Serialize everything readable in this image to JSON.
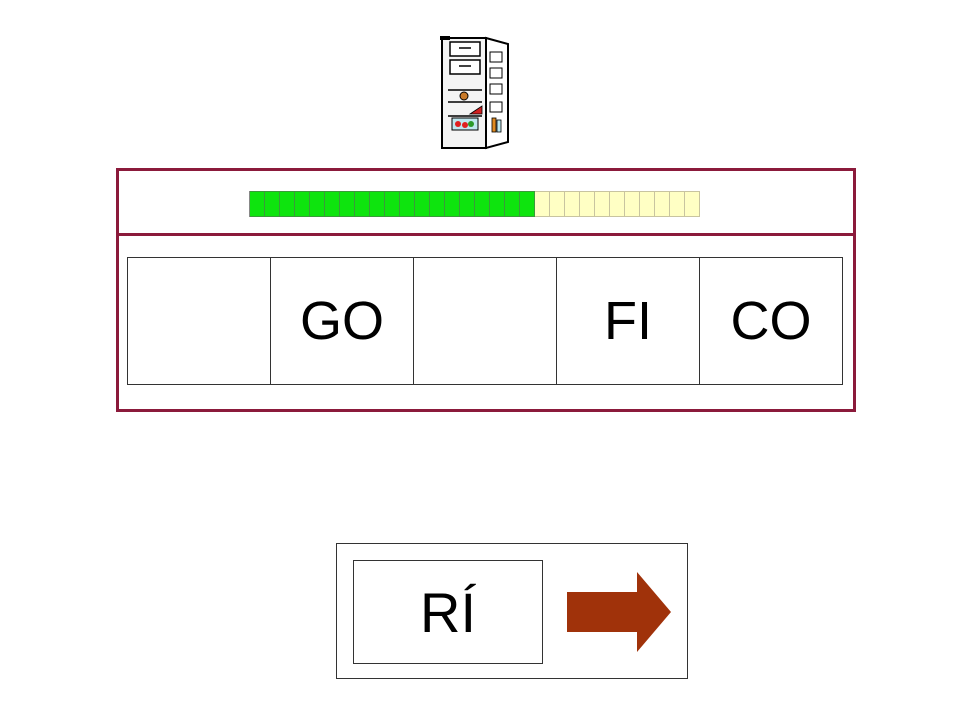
{
  "fridge": {
    "icon": "refrigerator-icon"
  },
  "progress": {
    "filled": 19,
    "total": 30
  },
  "slots": [
    {
      "label": ""
    },
    {
      "label": "GO"
    },
    {
      "label": ""
    },
    {
      "label": "FI"
    },
    {
      "label": "CO"
    }
  ],
  "answer": {
    "label": "RÍ",
    "arrow_icon": "arrow-right-icon"
  },
  "colors": {
    "frame": "#8b1a3b",
    "progress_filled": "#0ee40e",
    "progress_empty": "#ffffc4",
    "arrow": "#a0320a"
  }
}
